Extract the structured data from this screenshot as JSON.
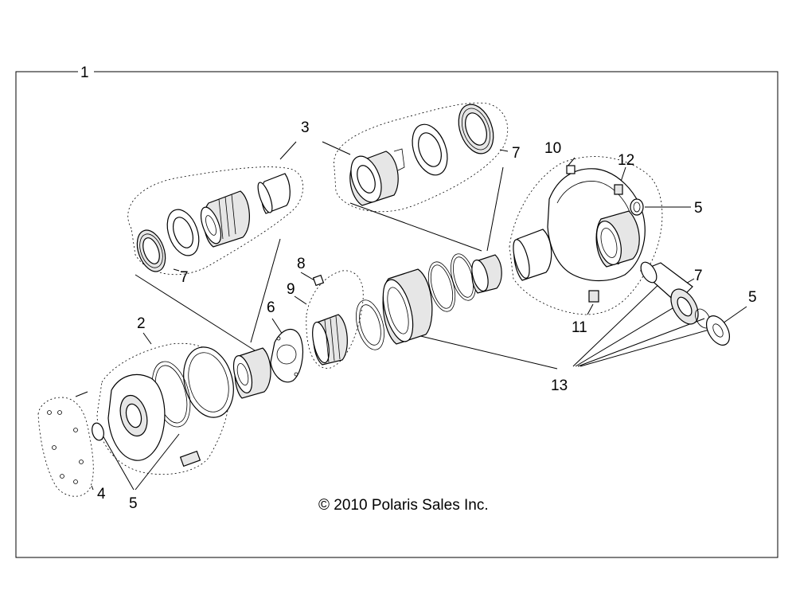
{
  "diagram": {
    "copyright": "© 2010 Polaris Sales Inc.",
    "callouts": {
      "c1": "1",
      "c2": "2",
      "c3": "3",
      "c4": "4",
      "c5a": "5",
      "c5b": "5",
      "c5c": "5",
      "c6": "6",
      "c7a": "7",
      "c7b": "7",
      "c7c": "7",
      "c8": "8",
      "c9": "9",
      "c10": "10",
      "c11": "11",
      "c12": "12",
      "c13": "13"
    }
  }
}
